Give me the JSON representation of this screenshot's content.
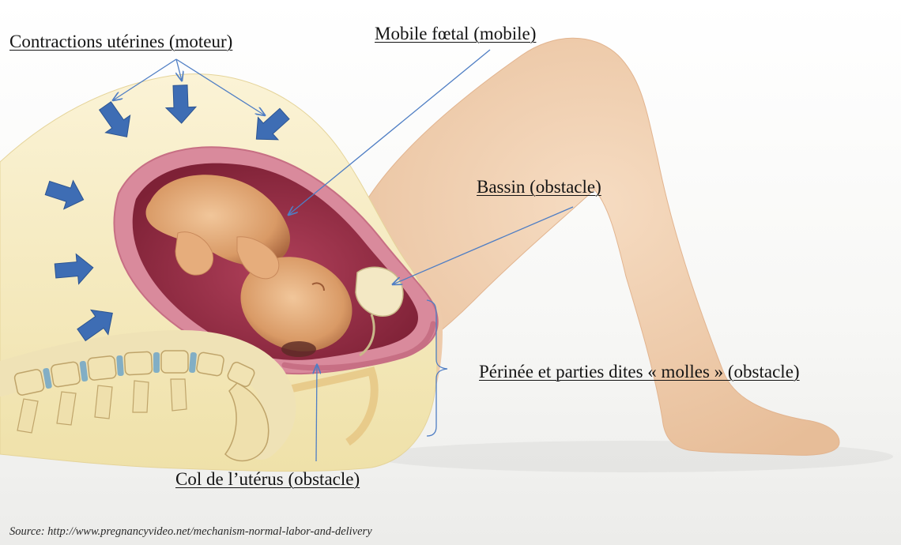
{
  "labels": {
    "contractions": "Contractions utérines (moteur)",
    "mobile": "Mobile fœtal (mobile)",
    "bassin": "Bassin (obstacle)",
    "perinee": "Périnée et parties dites « molles » (obstacle)",
    "col": "Col de l’utérus (obstacle)"
  },
  "source": "Source:  http://www.pregnancyvideo.net/mechanism-normal-labor-and-delivery",
  "colors": {
    "arrow_fill": "#3e6db4",
    "pointer_line": "#4f7ec4",
    "skin": "#f0cfae",
    "uterus_wall": "#d98a9c",
    "body_section": "#f6ecc6"
  }
}
